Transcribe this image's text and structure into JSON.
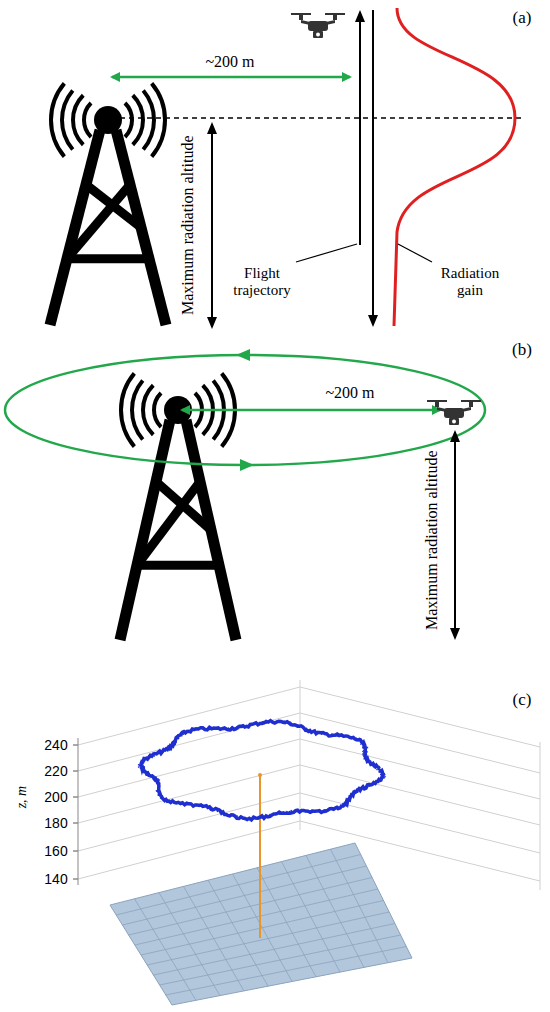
{
  "diagram": {
    "labels": [
      "(a)",
      "~200 m",
      "Maximum radiation altitude",
      "Flight trajectory",
      "Radiation gain",
      "(b)",
      "~200 m",
      "Maximum radiation altitude",
      "(c)",
      "240",
      "220",
      "200",
      "180",
      "160",
      "140",
      "z, m"
    ]
  }
}
